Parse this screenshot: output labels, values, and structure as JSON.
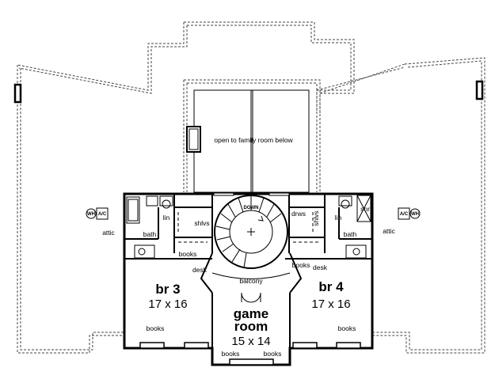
{
  "labels": {
    "open_to_below": "open to family room below",
    "br3_name": "br 3",
    "br3_dim": "17 x 16",
    "br4_name": "br 4",
    "br4_dim": "17 x 16",
    "game_room_name_line1": "game",
    "game_room_name_line2": "room",
    "game_room_dim": "15 x 14",
    "balcony": "balcony",
    "attic_left": "attic",
    "attic_right": "attic",
    "bath_left": "bath",
    "bath_right": "bath",
    "lin_left": "lin",
    "lin_right": "lin",
    "shlvs_left": "shlvs",
    "shlvs_right": "shlvs",
    "drws": "drws",
    "shr": "shr",
    "down": "DOWN",
    "books_br3_top": "books",
    "desk_br3": "desk",
    "books_br4_top": "books",
    "desk_br4": "desk",
    "books_br3_bottom": "books",
    "books_br4_bottom": "books",
    "books_game_left": "books",
    "books_game_right": "books",
    "wh_left": "WH",
    "ac_left": "A/C",
    "wh_right": "WH",
    "ac_right": "A/C"
  },
  "style": {
    "line_color": "#000000",
    "roof_line_color": "#444444",
    "background": "#ffffff"
  }
}
